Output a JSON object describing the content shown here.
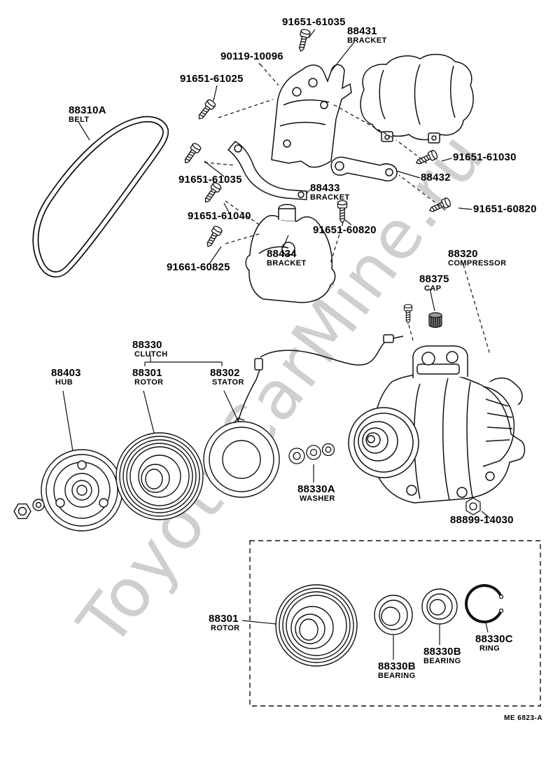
{
  "watermark": "ToyotaCarMine.ru",
  "footer_code": "ME 6823-A",
  "labels": [
    {
      "part": "91651-61035",
      "name": ""
    },
    {
      "part": "88431",
      "name": "BRACKET"
    },
    {
      "part": "90119-10096",
      "name": ""
    },
    {
      "part": "91651-61025",
      "name": ""
    },
    {
      "part": "88310A",
      "name": "BELT"
    },
    {
      "part": "91651-61030",
      "name": ""
    },
    {
      "part": "88432",
      "name": ""
    },
    {
      "part": "91651-61035",
      "name": ""
    },
    {
      "part": "88433",
      "name": "BRACKET"
    },
    {
      "part": "91651-61040",
      "name": ""
    },
    {
      "part": "91651-60820",
      "name": ""
    },
    {
      "part": "91651-60820",
      "name": ""
    },
    {
      "part": "88434",
      "name": "BRACKET"
    },
    {
      "part": "91661-60825",
      "name": ""
    },
    {
      "part": "88320",
      "name": "COMPRESSOR"
    },
    {
      "part": "88375",
      "name": "CAP"
    },
    {
      "part": "88330",
      "name": "CLUTCH"
    },
    {
      "part": "88403",
      "name": "HUB"
    },
    {
      "part": "88301",
      "name": "ROTOR"
    },
    {
      "part": "88302",
      "name": "STATOR"
    },
    {
      "part": "88330A",
      "name": "WASHER"
    },
    {
      "part": "88899-14030",
      "name": ""
    },
    {
      "part": "88301",
      "name": "ROTOR"
    },
    {
      "part": "88330B",
      "name": "BEARING"
    },
    {
      "part": "88330B",
      "name": "BEARING"
    },
    {
      "part": "88330C",
      "name": "RING"
    }
  ]
}
